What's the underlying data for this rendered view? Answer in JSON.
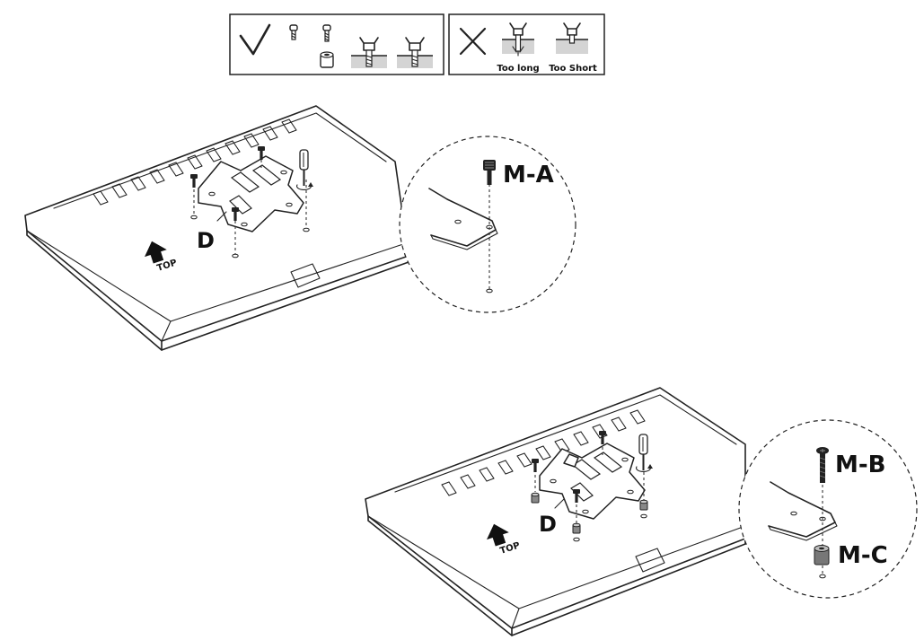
{
  "legend": {
    "correct_symbol": "check",
    "incorrect_symbol": "cross",
    "too_long_label": "Too long",
    "too_short_label": "Too Short"
  },
  "step1": {
    "plate_label": "D",
    "top_label": "TOP",
    "detail_part_label": "M-A"
  },
  "step2": {
    "plate_label": "D",
    "top_label": "TOP",
    "detail_screw_label": "M-B",
    "detail_spacer_label": "M-C"
  }
}
